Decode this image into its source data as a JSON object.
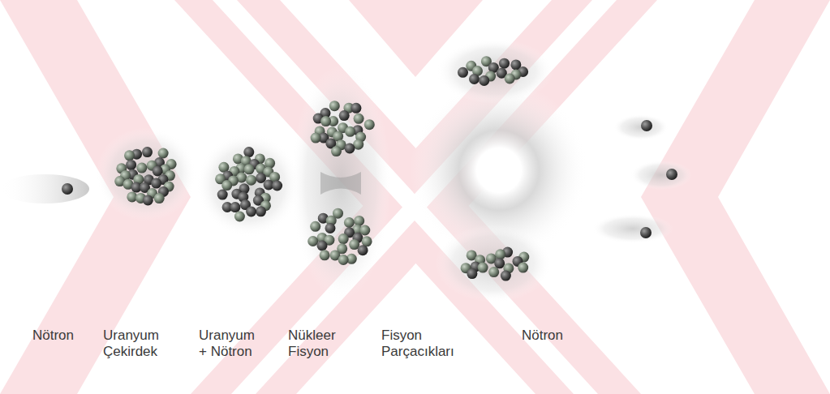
{
  "diagram": {
    "labels": [
      "Nötron",
      "Uranyum Çekirdek",
      "Uranyum + Nötron",
      "Nükleer Fisyon",
      "Fisyon Parçacıkları",
      "Nötron"
    ]
  }
}
